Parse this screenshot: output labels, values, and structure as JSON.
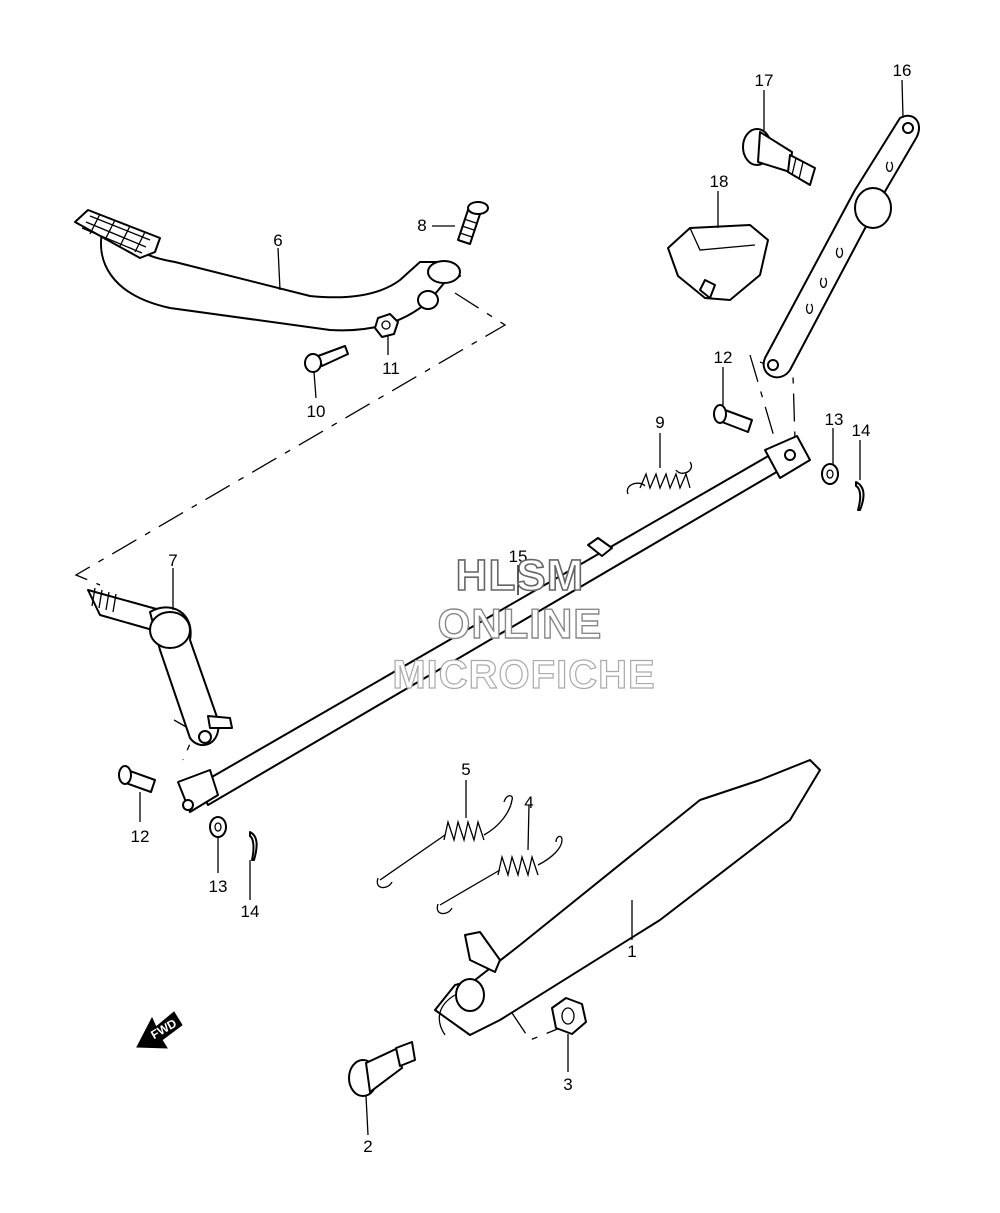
{
  "watermark": {
    "line1": "HLSM",
    "line2": "ONLINE",
    "line3": "MICROFICHE"
  },
  "fwd_label": "FWD",
  "callouts": [
    {
      "id": "c1",
      "label": "1"
    },
    {
      "id": "c2",
      "label": "2"
    },
    {
      "id": "c3",
      "label": "3"
    },
    {
      "id": "c4",
      "label": "4"
    },
    {
      "id": "c5",
      "label": "5"
    },
    {
      "id": "c6",
      "label": "6"
    },
    {
      "id": "c7",
      "label": "7"
    },
    {
      "id": "c8",
      "label": "8"
    },
    {
      "id": "c9",
      "label": "9"
    },
    {
      "id": "c10",
      "label": "10"
    },
    {
      "id": "c11",
      "label": "11"
    },
    {
      "id": "c12a",
      "label": "12"
    },
    {
      "id": "c12b",
      "label": "12"
    },
    {
      "id": "c13a",
      "label": "13"
    },
    {
      "id": "c13b",
      "label": "13"
    },
    {
      "id": "c14a",
      "label": "14"
    },
    {
      "id": "c14b",
      "label": "14"
    },
    {
      "id": "c15",
      "label": "15"
    },
    {
      "id": "c16",
      "label": "16"
    },
    {
      "id": "c17",
      "label": "17"
    },
    {
      "id": "c18",
      "label": "18"
    }
  ]
}
